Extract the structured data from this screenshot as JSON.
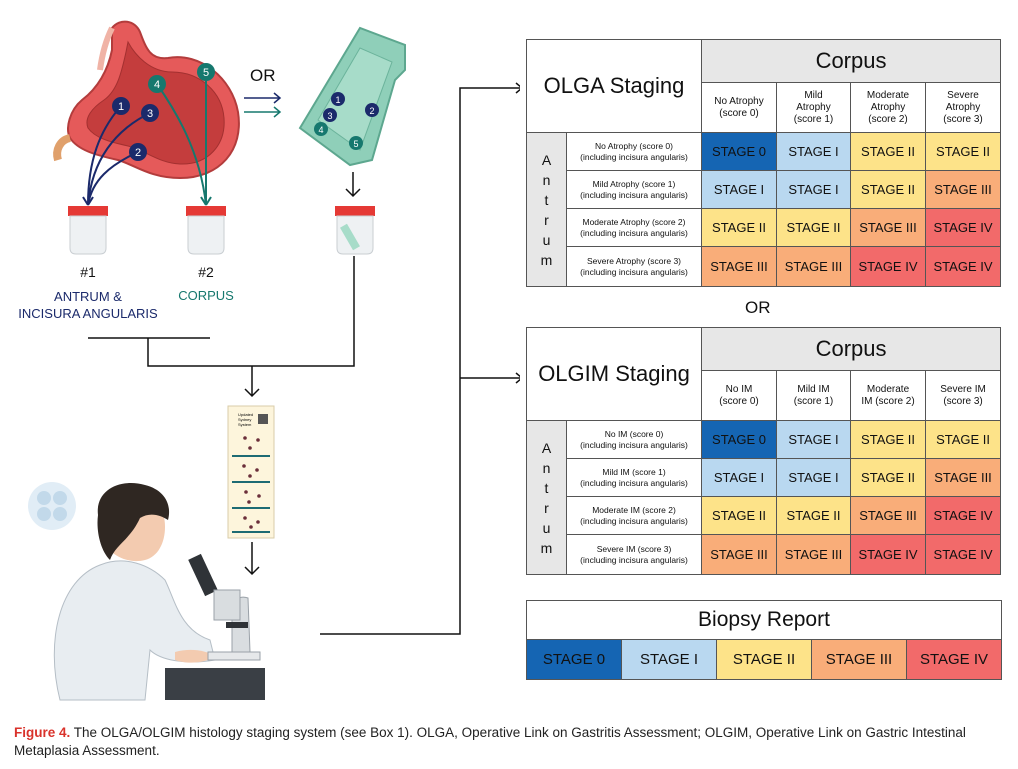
{
  "left": {
    "or_label": "OR",
    "sample1_number": "#1",
    "sample1_label_line1": "ANTRUM &",
    "sample1_label_line2": "INCISURA ANGULARIS",
    "sample2_number": "#2",
    "sample2_label": "CORPUS",
    "biopsy_markers": [
      "1",
      "2",
      "3",
      "4",
      "5"
    ],
    "cassette_markers": [
      "1",
      "2",
      "3",
      "4",
      "5"
    ],
    "slide_header_line1": "Updated",
    "slide_header_line2": "Sydney",
    "slide_header_line3": "System"
  },
  "olga": {
    "title": "OLGA Staging",
    "corpus_label": "Corpus",
    "antrum_letters": [
      "A",
      "n",
      "t",
      "r",
      "u",
      "m"
    ],
    "col_headers": [
      [
        "No Atrophy",
        "(score 0)"
      ],
      [
        "Mild",
        "Atrophy",
        "(score 1)"
      ],
      [
        "Moderate",
        "Atrophy",
        "(score 2)"
      ],
      [
        "Severe",
        "Atrophy",
        "(score 3)"
      ]
    ],
    "rows": [
      {
        "h1": "No Atrophy (score 0)",
        "h2": "(including incisura angularis)",
        "cells": [
          "STAGE 0",
          "STAGE I",
          "STAGE II",
          "STAGE II"
        ]
      },
      {
        "h1": "Mild Atrophy (score 1)",
        "h2": "(including incisura angularis)",
        "cells": [
          "STAGE I",
          "STAGE I",
          "STAGE II",
          "STAGE III"
        ]
      },
      {
        "h1": "Moderate Atrophy (score 2)",
        "h2": "(including incisura angularis)",
        "cells": [
          "STAGE II",
          "STAGE II",
          "STAGE III",
          "STAGE IV"
        ]
      },
      {
        "h1": "Severe Atrophy (score 3)",
        "h2": "(including incisura angularis)",
        "cells": [
          "STAGE III",
          "STAGE III",
          "STAGE IV",
          "STAGE IV"
        ]
      }
    ]
  },
  "between_or": "OR",
  "olgim": {
    "title": "OLGIM Staging",
    "corpus_label": "Corpus",
    "antrum_letters": [
      "A",
      "n",
      "t",
      "r",
      "u",
      "m"
    ],
    "col_headers": [
      [
        "No IM",
        "(score 0)"
      ],
      [
        "Mild IM",
        "(score 1)"
      ],
      [
        "Moderate",
        "IM (score 2)"
      ],
      [
        "Severe IM",
        "(score 3)"
      ]
    ],
    "rows": [
      {
        "h1": "No IM (score 0)",
        "h2": "(including incisura angularis)",
        "cells": [
          "STAGE 0",
          "STAGE I",
          "STAGE II",
          "STAGE II"
        ]
      },
      {
        "h1": "Mild IM (score 1)",
        "h2": "(including incisura angularis)",
        "cells": [
          "STAGE I",
          "STAGE I",
          "STAGE II",
          "STAGE III"
        ]
      },
      {
        "h1": "Moderate IM (score 2)",
        "h2": "(including incisura angularis)",
        "cells": [
          "STAGE II",
          "STAGE II",
          "STAGE III",
          "STAGE IV"
        ]
      },
      {
        "h1": "Severe IM (score 3)",
        "h2": "(including incisura angularis)",
        "cells": [
          "STAGE III",
          "STAGE III",
          "STAGE IV",
          "STAGE IV"
        ]
      }
    ]
  },
  "report": {
    "title": "Biopsy Report",
    "stages": [
      "STAGE 0",
      "STAGE I",
      "STAGE II",
      "STAGE III",
      "STAGE IV"
    ]
  },
  "stage_colors": {
    "STAGE 0": "#1565b3",
    "STAGE I": "#b9d8f0",
    "STAGE II": "#fde389",
    "STAGE III": "#f9ad79",
    "STAGE IV": "#f26a6a"
  },
  "caption": {
    "figure_label": "Figure 4.",
    "text": " The OLGA/OLGIM histology staging system (see Box 1). OLGA, Operative Link on Gastritis Assessment; OLGIM, Operative Link on Gastric Intestinal Metaplasia Assessment."
  }
}
